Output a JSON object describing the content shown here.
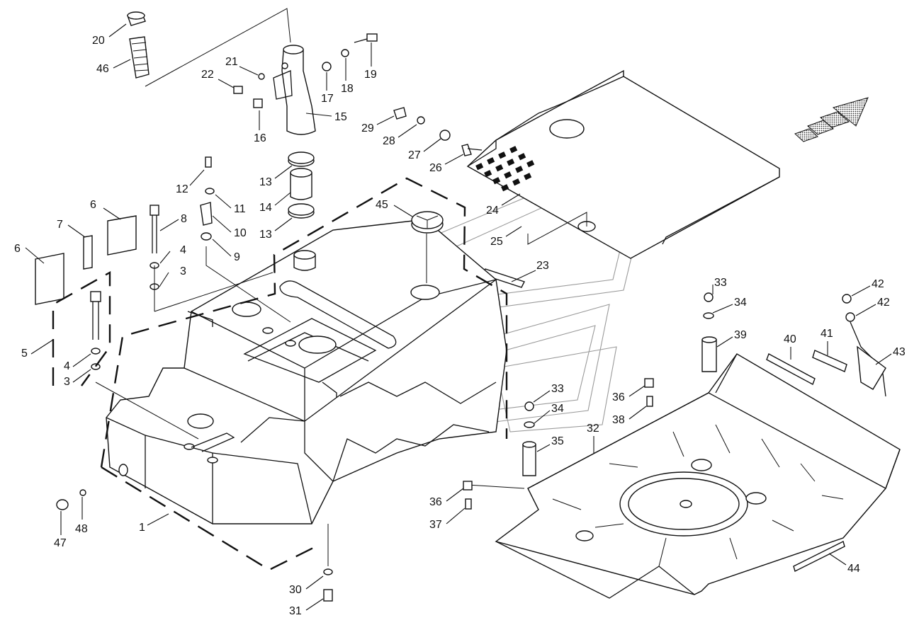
{
  "diagram": {
    "labels": [
      "1",
      "3",
      "3",
      "4",
      "4",
      "5",
      "6",
      "6",
      "7",
      "8",
      "9",
      "10",
      "11",
      "12",
      "13",
      "13",
      "14",
      "15",
      "16",
      "17",
      "18",
      "19",
      "20",
      "21",
      "22",
      "23",
      "24",
      "25",
      "26",
      "27",
      "28",
      "29",
      "30",
      "31",
      "32",
      "33",
      "33",
      "34",
      "34",
      "35",
      "36",
      "36",
      "37",
      "38",
      "39",
      "40",
      "41",
      "42",
      "42",
      "43",
      "44",
      "45",
      "46",
      "47",
      "48"
    ]
  }
}
